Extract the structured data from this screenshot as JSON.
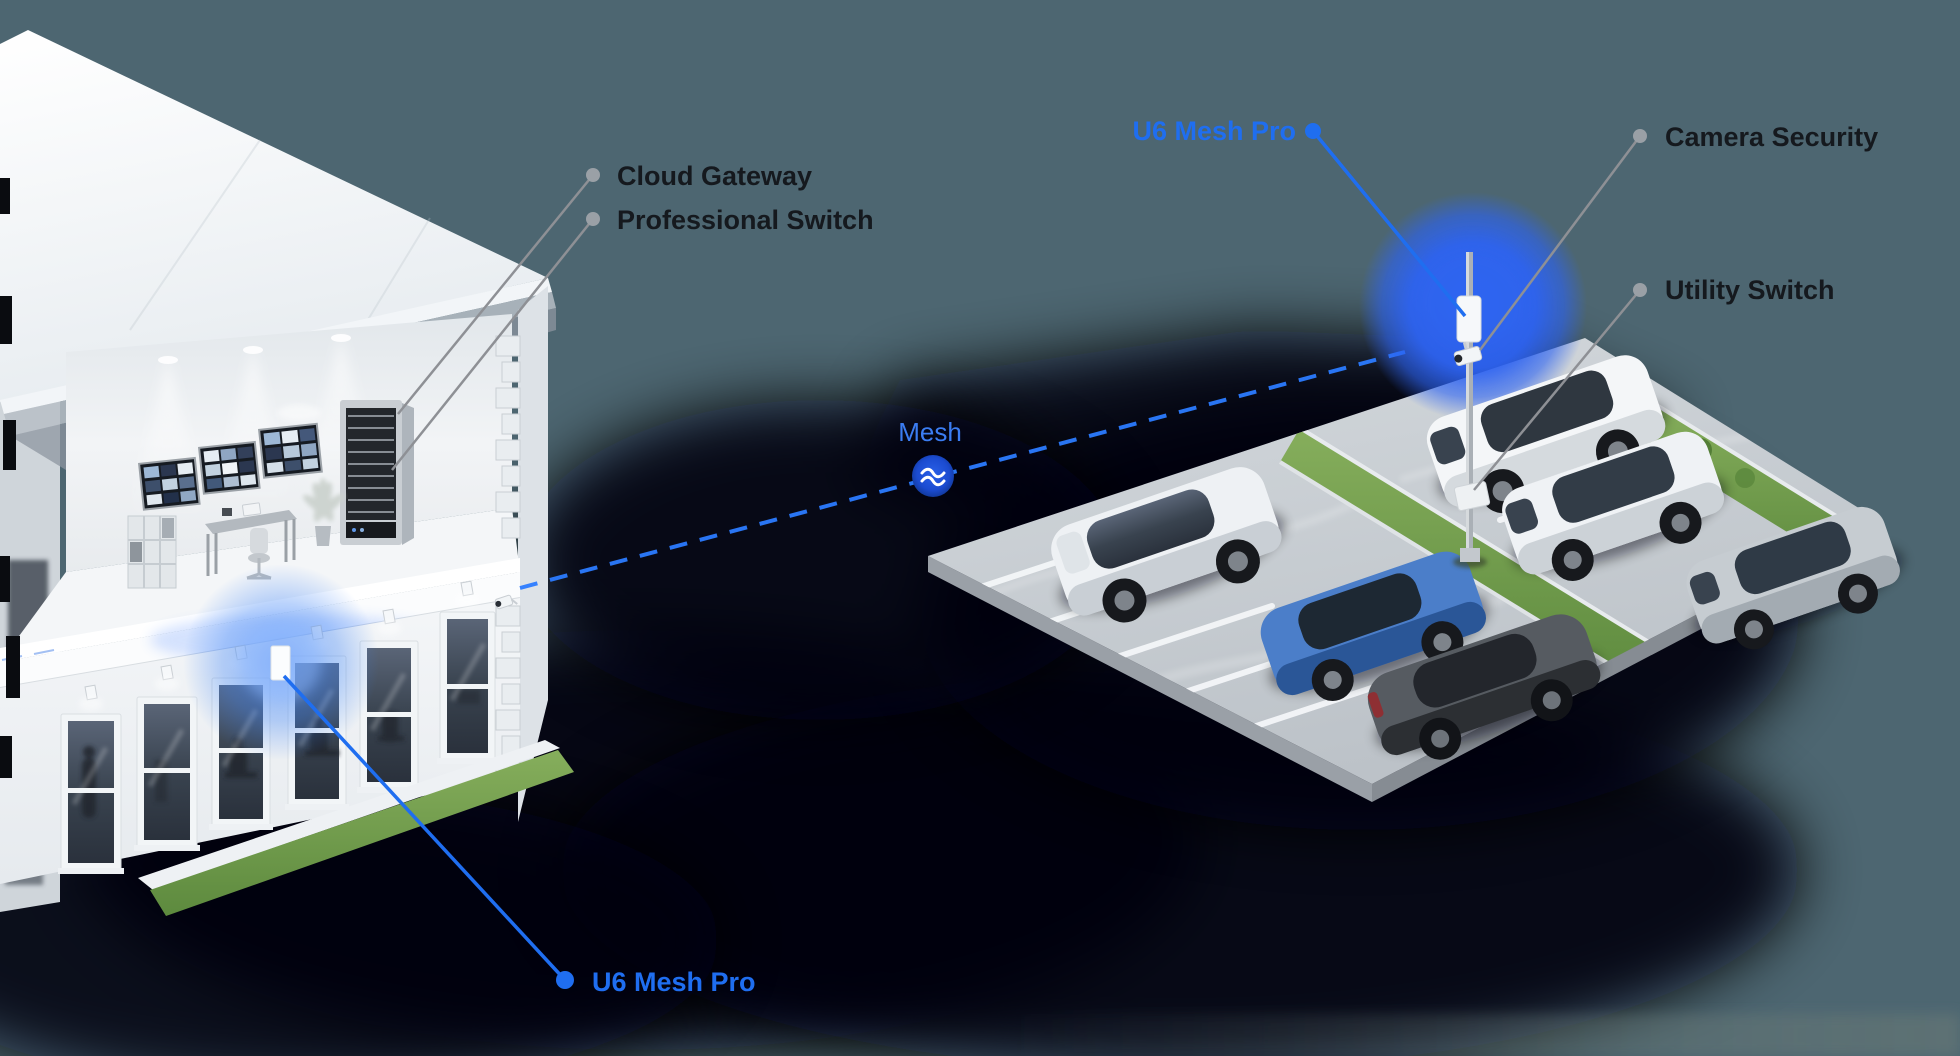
{
  "theme": {
    "background": "#4d6671",
    "shadow_black": "#04060a",
    "accent_blue": "#1f6ef0",
    "dash_blue": "#2b7bff",
    "mesh_circle_blue": "#1b4bd0",
    "glow_blue": "#2d63f2",
    "label_dark": "#15191e",
    "connector_gray": "#8e9095",
    "dot_gray": "#9aa0a6",
    "grass_green": "#6f9c4c",
    "platform_gray": "#c9cfd4"
  },
  "labels": {
    "cloud_gateway": "Cloud Gateway",
    "professional_switch": "Professional Switch",
    "u6_mesh_pro_top": "U6 Mesh Pro",
    "camera_security": "Camera Security",
    "utility_switch": "Utility Switch",
    "mesh": "Mesh",
    "u6_mesh_pro_bottom": "U6 Mesh Pro"
  },
  "icons": {
    "mesh_wave": "double-wave-in-blue-circle"
  }
}
